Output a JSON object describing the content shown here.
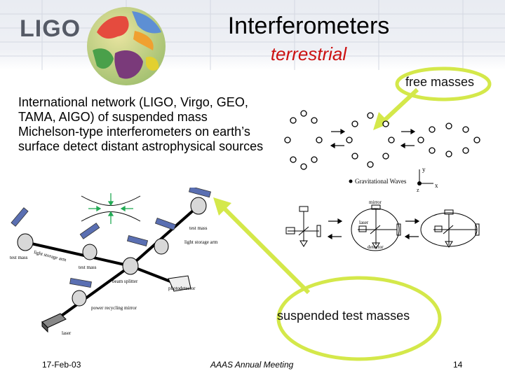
{
  "header": {
    "logo_text": "LIGO",
    "title": "Interferometers",
    "subtitle": "terrestrial"
  },
  "body": {
    "description": "International network (LIGO, Virgo, GEO, TAMA, AIGO) of suspended mass Michelson-type interferometers on earth’s surface detect distant astrophysical sources"
  },
  "callouts": {
    "free_masses": "free masses",
    "suspended_test_masses": "suspended test masses",
    "outline_color": "#d4e84a"
  },
  "diagram_left": {
    "labels": {
      "test_mass_top": "test mass",
      "light_storage_arm_right": "light storage arm",
      "light_storage_arm_left": "light storage arm",
      "test_mass_left": "test mass",
      "test_mass_mid": "test mass",
      "beam_splitter": "beam splitter",
      "photodetector": "photodetector",
      "power_recycling_mirror": "power recycling mirror",
      "laser": "laser"
    }
  },
  "diagram_right": {
    "labels": {
      "gravitational_waves": "Gravitational Waves",
      "axis_y": "y",
      "axis_x": "x",
      "axis_z": "z",
      "mirror": "mirror",
      "laser": "laser",
      "detector": "detector"
    }
  },
  "footer": {
    "date": "17-Feb-03",
    "event": "AAAS Annual Meeting",
    "page": "14"
  }
}
